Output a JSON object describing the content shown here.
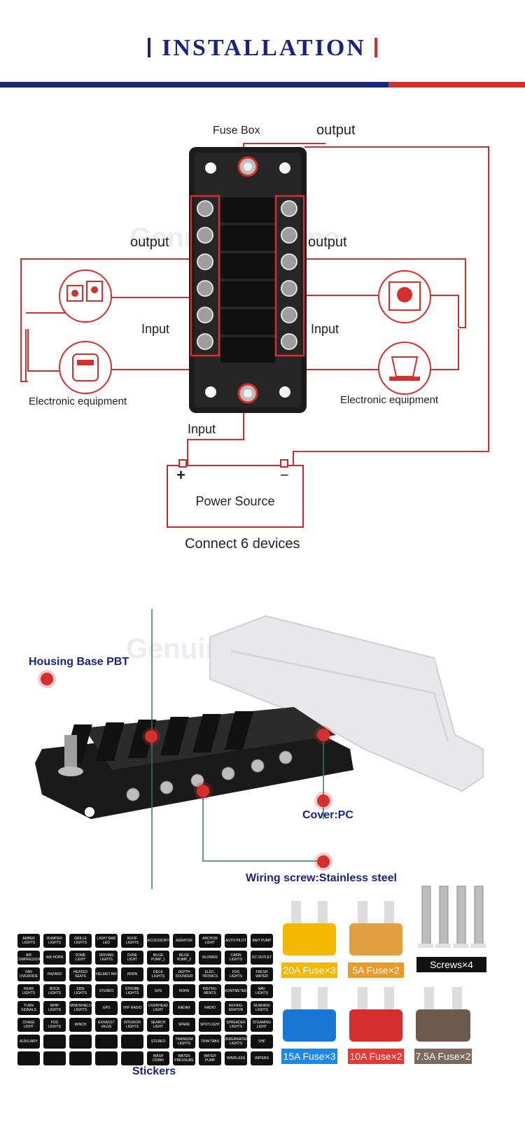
{
  "header": {
    "title": "INSTALLATION"
  },
  "diagram": {
    "fuse_box_label": "Fuse Box",
    "output_top": "output",
    "output_left": "output",
    "output_right": "output",
    "input_left": "Input",
    "input_right": "Input",
    "input_bottom": "Input",
    "equipment_left": "Electronic equipment",
    "equipment_right": "Electronic equipment",
    "power_source": "Power Source",
    "plus": "+",
    "minus": "−",
    "connect_note": "Connect 6 devices",
    "watermark": "Genuine Marine"
  },
  "product": {
    "watermark": "Genuine Marine",
    "housing_label": "Housing Base PBT",
    "cover_label": "Cover:PC",
    "screw_label": "Wiring screw:Stainless steel"
  },
  "accessories": {
    "fuses": [
      {
        "label": "20A Fuse×3",
        "color": "#f5b800",
        "label_bg": "#f5b800"
      },
      {
        "label": "5A Fuse×2",
        "color": "#e89a2c",
        "label_bg": "#e89a2c"
      },
      {
        "label": "15A Fuse×3",
        "color": "#1976d2",
        "label_bg": "#1e88e5"
      },
      {
        "label": "10A Fuse×2",
        "color": "#d32f2f",
        "label_bg": "#e53935"
      },
      {
        "label": "7.5A Fuse×2",
        "color": "#6d5a4b",
        "label_bg": "#7a6a5f"
      }
    ],
    "screws_label": "Screws×4",
    "stickers_label": "Stickers",
    "stickers": [
      "AMBER LIGHTS",
      "BUMPER LIGHTS",
      "GRILLE LIGHTS",
      "LIGHT BAR LED",
      "ROOF LIGHTS",
      "ACCESSORY",
      "AERATOR",
      "ANCHOR LIGHT",
      "AUTO PILOT",
      "BAIT PUMP",
      "AIR COMPRESSOR",
      "AIR HORN",
      "DOME LIGHT",
      "DRIVING LIGHTS",
      "DUNE LIGHT",
      "BILGE PUMP_1",
      "BILGE PUMP_2",
      "BLOWER",
      "CABIN LIGHTS",
      "DC OUTLET",
      "FAN OVERRIDE",
      "HAZARD",
      "HEATED SEATS",
      "HELMET AIR",
      "HORN",
      "DECK LIGHTS",
      "DEPTH SOUNDER",
      "ELEC-TRONICS",
      "FOG LIGHTS",
      "FRESH WATER",
      "REAR LIGHTS",
      "ROCK LIGHTS",
      "SIDE LIGHTS",
      "STEREO",
      "STROBE LIGHTS",
      "GPS",
      "HORN",
      "INSTRU-MENTS",
      "KONTMETER",
      "NAV. LIGHTS",
      "TURN SIGNALS",
      "WHIP LIGHTS",
      "WINDSHIELD LIGHTS",
      "GPS",
      "VHF RADIO",
      "OVERHEAD LIGHT",
      "RADAR",
      "RADIO",
      "REFRIG-ERATOR",
      "RUNNING LIGHTS",
      "CHASE LIGHT",
      "FOG LIGHTS",
      "WINCH",
      "EXHAUST VALVE",
      "INTERIOR LIGHTS",
      "SEARCH LIGHT",
      "SPARE",
      "SPOTLIGHT",
      "SPREADER LIGHTS",
      "STEAMING LIGHT",
      "AUXILIARY",
      "",
      "",
      "",
      "",
      "STEREO",
      "TRANSOM LIGHTS",
      "TRIM TABS",
      "UNDERWATER LIGHTS",
      "VHF",
      "",
      "",
      "",
      "",
      "",
      "WASH DOWN",
      "WATER PRESSURE",
      "WATER PUMP",
      "WINDLASS",
      "WIPERS"
    ]
  },
  "colors": {
    "navy": "#1a237e",
    "red": "#d32f2f",
    "wire": "#d32f2f"
  }
}
